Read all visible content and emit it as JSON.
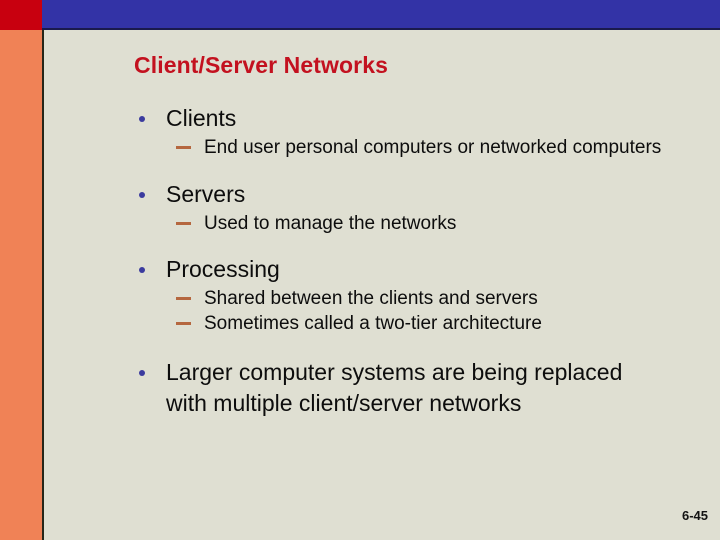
{
  "slide": {
    "title": "Client/Server Networks",
    "page_number": "6-45",
    "colors": {
      "background": "#dfdfd2",
      "title_red": "#c3111f",
      "corner_red": "#c8000f",
      "top_bar_blue": "#3333a6",
      "side_bar_salmon": "#f08256",
      "bullet_dot": "#3b3b9e",
      "dash_marker": "#b5673f",
      "body_text": "#0d0d0d"
    },
    "bullets": [
      {
        "level1": "Clients",
        "level2": [
          "End user personal computers or networked computers"
        ]
      },
      {
        "level1": "Servers",
        "level2": [
          "Used to manage the networks"
        ]
      },
      {
        "level1": "Processing",
        "level2": [
          "Shared between the clients and servers",
          "Sometimes called a two-tier architecture"
        ]
      },
      {
        "level1": "Larger computer systems are being replaced",
        "level1_line2": "with multiple client/server networks",
        "level2": []
      }
    ]
  }
}
